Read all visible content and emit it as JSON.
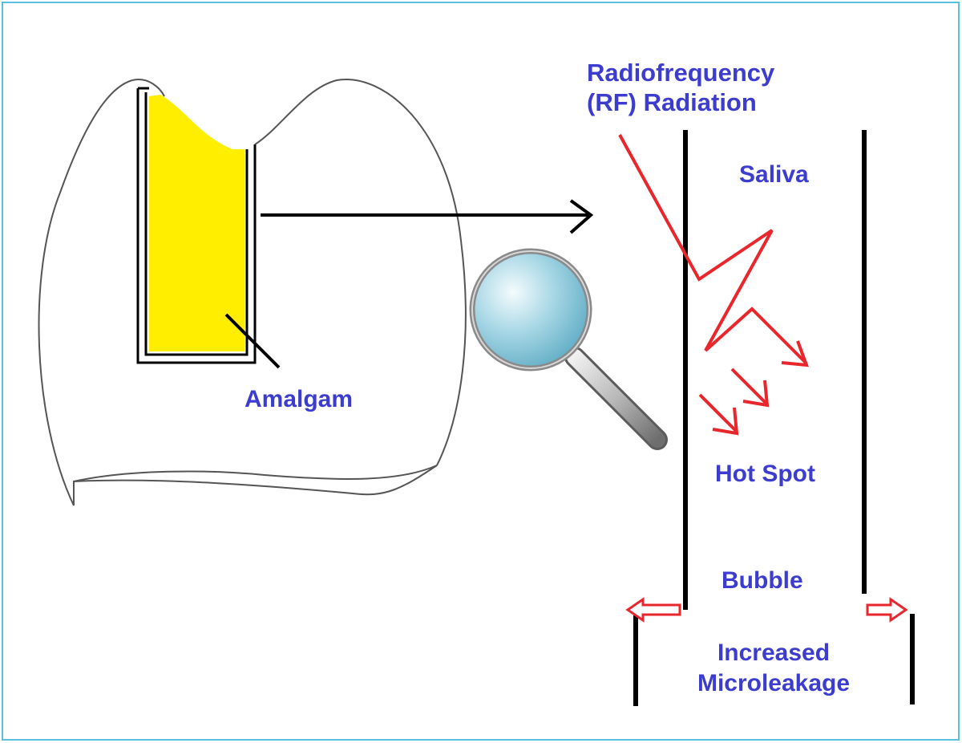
{
  "colors": {
    "frame": "#5bc0e0",
    "label_text": "#3c3ccf",
    "amalgam_fill": "#ffee00",
    "rf_red": "#e8262b",
    "outline": "#000000",
    "tooth_outline": "#555555",
    "lens_glass": "#7fc2d6"
  },
  "labels": {
    "rf_radiation_line1": "Radiofrequency",
    "rf_radiation_line2": "(RF) Radiation",
    "saliva": "Saliva",
    "amalgam": "Amalgam",
    "hot_spot": "Hot Spot",
    "bubble": "Bubble",
    "microleakage_line1": "Increased",
    "microleakage_line2": "Microleakage"
  },
  "icons": {
    "magnifier": "magnifying-glass-icon"
  }
}
